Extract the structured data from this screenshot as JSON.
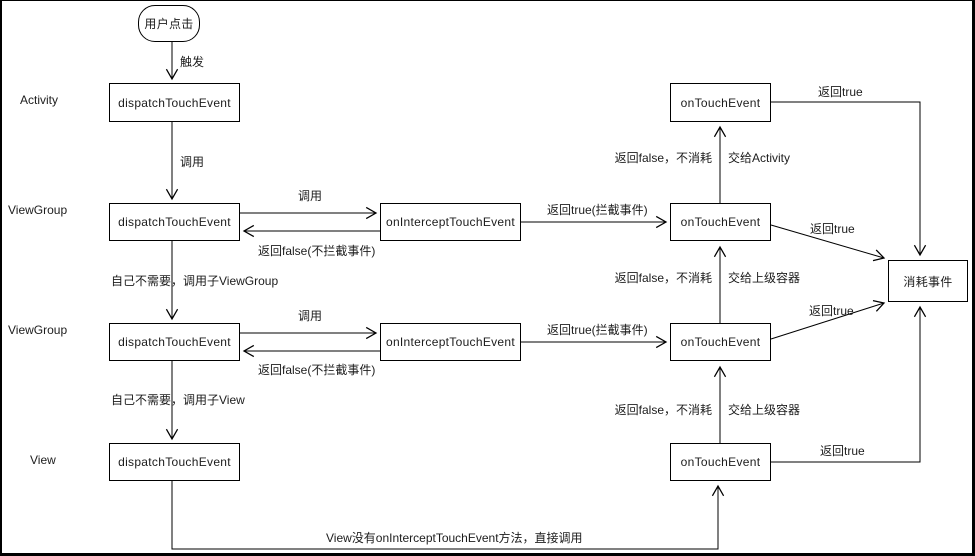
{
  "diagram": {
    "row_labels": [
      "Activity",
      "ViewGroup",
      "ViewGroup",
      "View"
    ],
    "nodes": {
      "start": "用户点击",
      "dispatch_touch_event": "dispatchTouchEvent",
      "on_intercept_touch_event": "onInterceptTouchEvent",
      "on_touch_event": "onTouchEvent",
      "consume_event": "消耗事件"
    },
    "edges": {
      "trigger": "触发",
      "call": "调用",
      "return_false_no_intercept": "返回false(不拦截事件)",
      "return_true_intercept": "返回true(拦截事件)",
      "self_no_need_call_child_viewgroup": "自己不需要，调用子ViewGroup",
      "self_no_need_call_child_view": "自己不需要，调用子View",
      "return_false_no_consume": "返回false，不消耗",
      "hand_to_activity": "交给Activity",
      "hand_to_parent": "交给上级容器",
      "return_true": "返回true",
      "view_direct_call": "View没有onInterceptTouchEvent方法，直接调用"
    },
    "colors": {
      "line": "#000000",
      "text": "#1c1c1c",
      "background": "#ffffff"
    }
  }
}
